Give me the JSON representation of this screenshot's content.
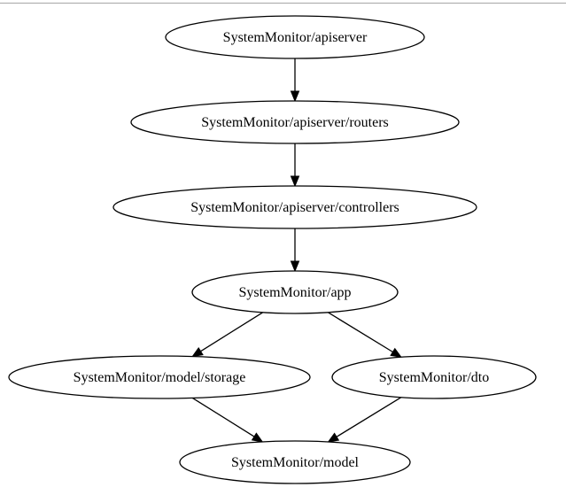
{
  "graph": {
    "nodes": [
      {
        "id": "apiserver",
        "label": "SystemMonitor/apiserver"
      },
      {
        "id": "routers",
        "label": "SystemMonitor/apiserver/routers"
      },
      {
        "id": "controllers",
        "label": "SystemMonitor/apiserver/controllers"
      },
      {
        "id": "app",
        "label": "SystemMonitor/app"
      },
      {
        "id": "storage",
        "label": "SystemMonitor/model/storage"
      },
      {
        "id": "dto",
        "label": "SystemMonitor/dto"
      },
      {
        "id": "model",
        "label": "SystemMonitor/model"
      }
    ],
    "edges": [
      {
        "from": "apiserver",
        "to": "routers"
      },
      {
        "from": "routers",
        "to": "controllers"
      },
      {
        "from": "controllers",
        "to": "app"
      },
      {
        "from": "app",
        "to": "storage"
      },
      {
        "from": "app",
        "to": "dto"
      },
      {
        "from": "storage",
        "to": "model"
      },
      {
        "from": "dto",
        "to": "model"
      }
    ],
    "colors": {
      "node_fill": "#ffffff",
      "stroke": "#000000",
      "text": "#000000"
    }
  }
}
